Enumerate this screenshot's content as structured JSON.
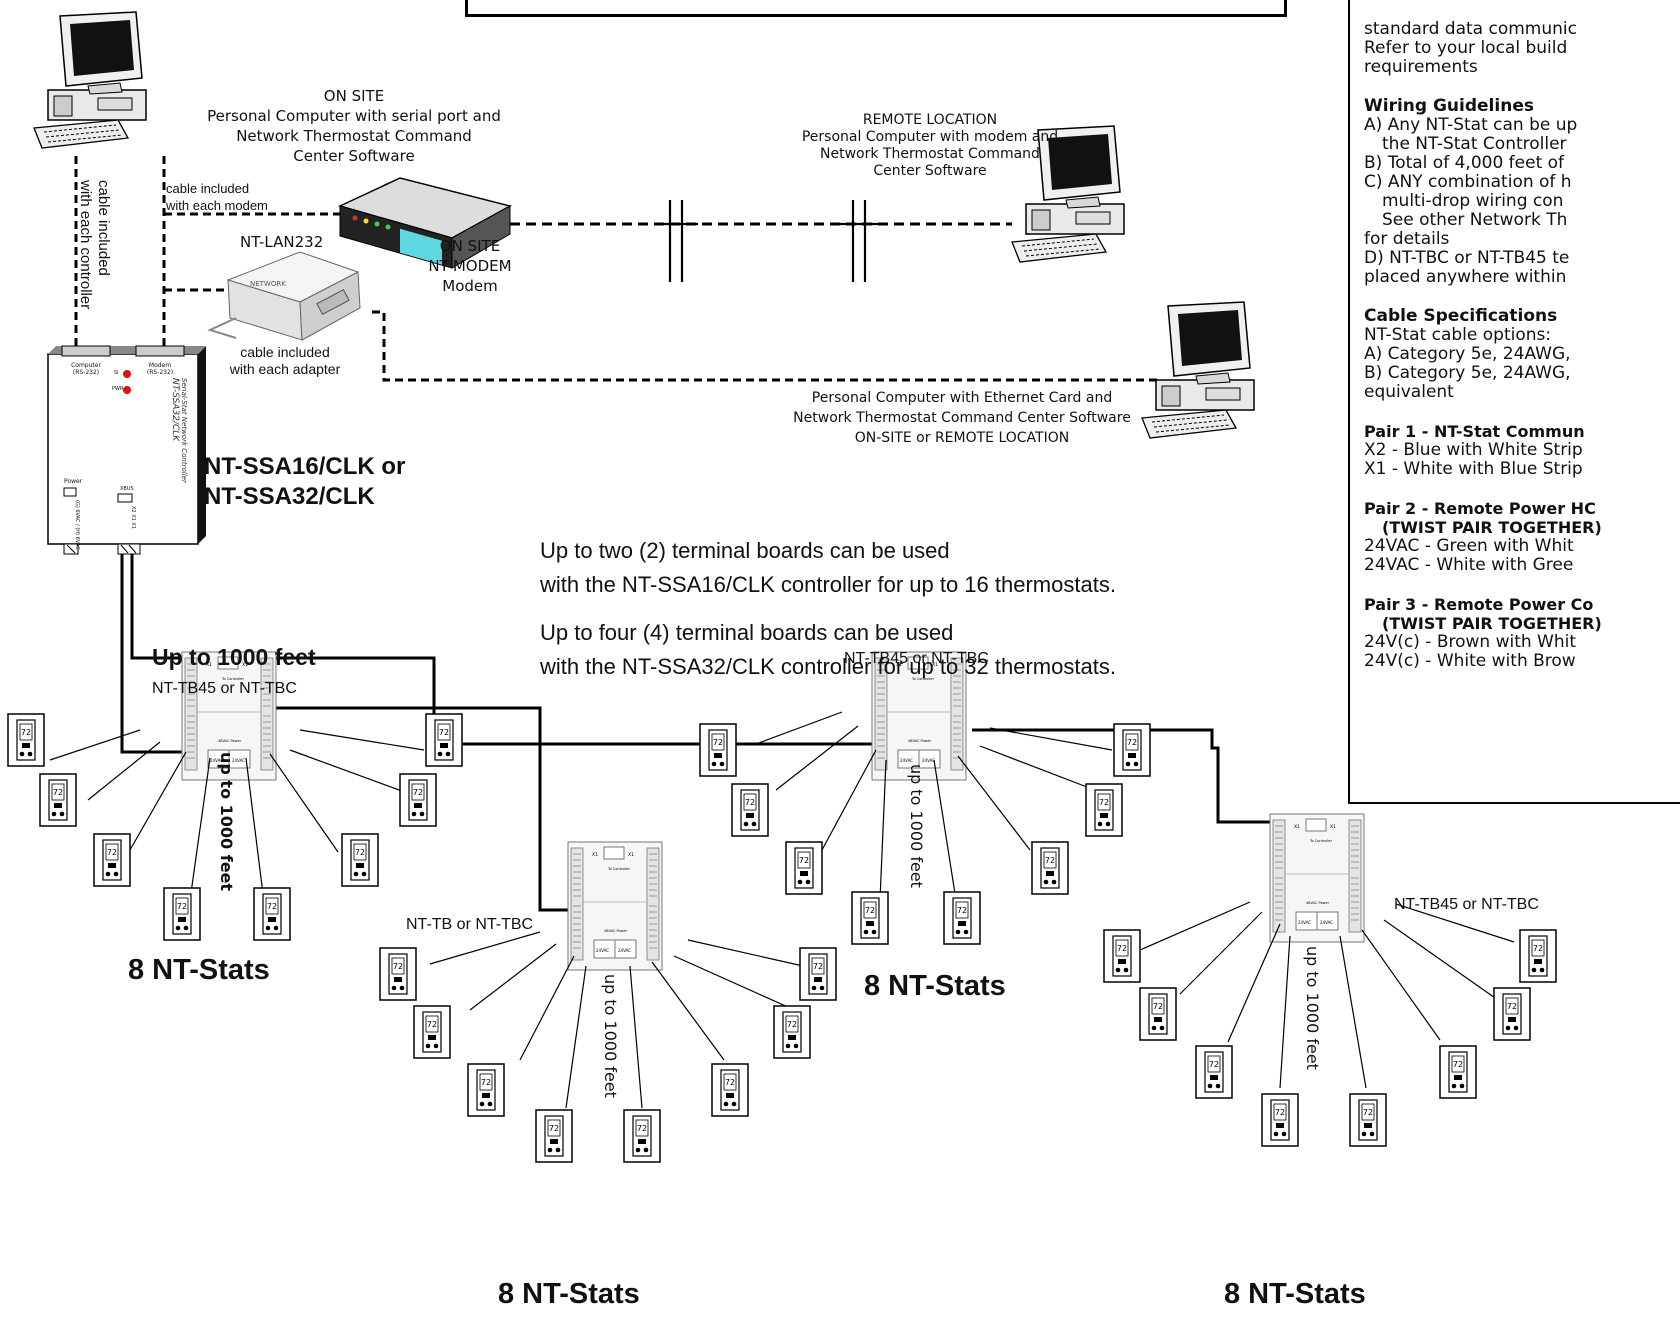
{
  "onsite_pc": {
    "title": "ON SITE",
    "line1": "Personal Computer with serial port and",
    "line2": "Network Thermostat Command",
    "line3": "Center Software"
  },
  "remote_pc": {
    "title": "REMOTE LOCATION",
    "line1": "Personal Computer with modem and",
    "line2": "Network Thermostat Command",
    "line3": "Center Software"
  },
  "ethernet_pc": {
    "line1": "Personal Computer with Ethernet Card and",
    "line2": "Network Thermostat Command Center Software",
    "line3": "ON-SITE or REMOTE LOCATION"
  },
  "cables": {
    "controller_cable_l1": "cable included",
    "controller_cable_l2": "with each controller",
    "modem_cable_l1": "cable included",
    "modem_cable_l2": "with each modem",
    "adapter_cable_l1": "cable included",
    "adapter_cable_l2": "with each adapter"
  },
  "lan232": {
    "label": "NT-LAN232"
  },
  "modem": {
    "line1": "ON SITE",
    "line2": "NT-MODEM",
    "line3": "Modem"
  },
  "controller": {
    "port_computer_l1": "Computer",
    "port_computer_l2": "(RS-232)",
    "port_modem_l1": "Modem",
    "port_modem_l2": "(RS-232)",
    "led1": "SI",
    "led2": "PWR",
    "side_l1": "Serial-Stat Network Controller",
    "side_l2": "NT-SSA32/CLK",
    "power_label": "Power",
    "power_terms": "(G) 6VAC / (H) 6VAC",
    "xbus_label": "XBUS",
    "xbus_terms": "X2  X1  X1",
    "model_l1": "NT-SSA16/CLK or",
    "model_l2": "NT-SSA32/CLK"
  },
  "terminal_notes": {
    "line1": "Up to two (2) terminal boards can be used",
    "line2": "with the NT-SSA16/CLK controller for up to 16 thermostats.",
    "line3": "Up to four (4) terminal boards can be used",
    "line4": "with the NT-SSA32/CLK controller for up to 32 thermostats."
  },
  "distance_bold": "Up to 1000 feet",
  "boards": [
    {
      "label": "NT-TB45 or NT-TBC",
      "vlabel": "up to 1000 feet",
      "group": "8 NT-Stats"
    },
    {
      "label": "NT-TB or NT-TBC",
      "vlabel": "up to 1000 feet",
      "group": "8 NT-Stats"
    },
    {
      "label": "NT-TB45 or NT-TBC",
      "vlabel": "up to 1000 feet",
      "group": "8 NT-Stats"
    },
    {
      "label": "NT-TB45 or NT-TBC",
      "vlabel": "up to 1000 feet",
      "group": "8 NT-Stats"
    }
  ],
  "spec_panel": {
    "intro1": "standard data communic",
    "intro2": "Refer to your local build",
    "intro3": "requirements",
    "wiring_heading": "Wiring Guidelines",
    "wiring_a1": "A) Any NT-Stat can be up",
    "wiring_a2": "the NT-Stat Controller",
    "wiring_b": "B) Total of 4,000 feet of",
    "wiring_c1": "C) ANY combination of h",
    "wiring_c2": "multi-drop wiring con",
    "wiring_c3": "See other Network Th",
    "wiring_c4": "for details",
    "wiring_d1": "D) NT-TBC or NT-TB45 te",
    "wiring_d2": "placed anywhere within",
    "cable_heading": "Cable Specifications",
    "cable_intro": "NT-Stat cable options:",
    "cable_a": "A) Category 5e, 24AWG,",
    "cable_b1": "B) Category 5e, 24AWG,",
    "cable_b2": "equivalent",
    "pair1_heading": "Pair 1 - NT-Stat Commun",
    "pair1_x2": "X2 - Blue with White Strip",
    "pair1_x1": "X1 - White with Blue Strip",
    "pair2_heading": "Pair 2 - Remote Power HC",
    "pair2_twist": "(TWIST PAIR TOGETHER)",
    "pair2_a": "24VAC - Green with Whit",
    "pair2_b": "24VAC - White with Gree",
    "pair3_heading": "Pair 3 - Remote Power Co",
    "pair3_twist": "(TWIST PAIR TOGETHER)",
    "pair3_a": "24V(c) - Brown with Whit",
    "pair3_b": "24V(c) - White with Brow"
  },
  "thermostat_display": "72"
}
